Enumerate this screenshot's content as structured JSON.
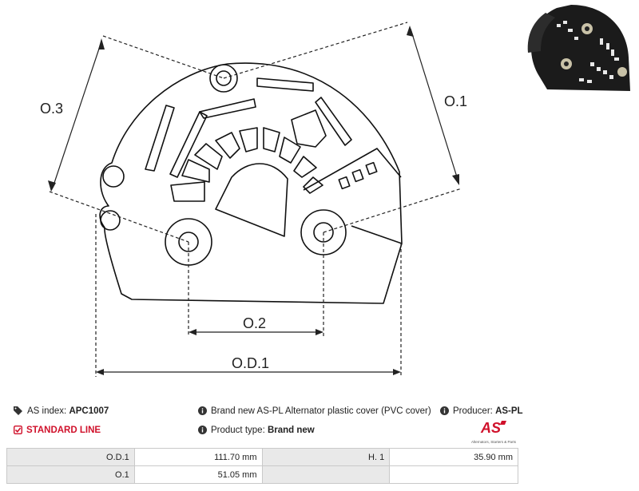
{
  "drawing": {
    "labels": {
      "o3": "O.3",
      "o1": "O.1",
      "o2": "O.2",
      "od1": "O.D.1"
    }
  },
  "info": {
    "index_label": "AS index:",
    "index_value": "APC1007",
    "line_label": "STANDARD LINE",
    "description": "Brand new AS-PL Alternator plastic cover (PVC cover)",
    "product_type_label": "Product type:",
    "product_type_value": "Brand new",
    "producer_label": "Producer:",
    "producer_value": "AS-PL"
  },
  "logo": {
    "mark": "AS",
    "tagline": "Alternators, Starters & Parts",
    "color": "#d0112b"
  },
  "specs": {
    "rows": [
      {
        "label1": "O.D.1",
        "value1": "111.70 mm",
        "label2": "H. 1",
        "value2": "35.90 mm"
      },
      {
        "label1": "O.1",
        "value1": "51.05 mm",
        "label2": "",
        "value2": ""
      }
    ]
  },
  "icons": [
    "tags-icon",
    "check-square-icon",
    "info-circle-icon",
    "info-circle-icon",
    "info-circle-icon"
  ]
}
